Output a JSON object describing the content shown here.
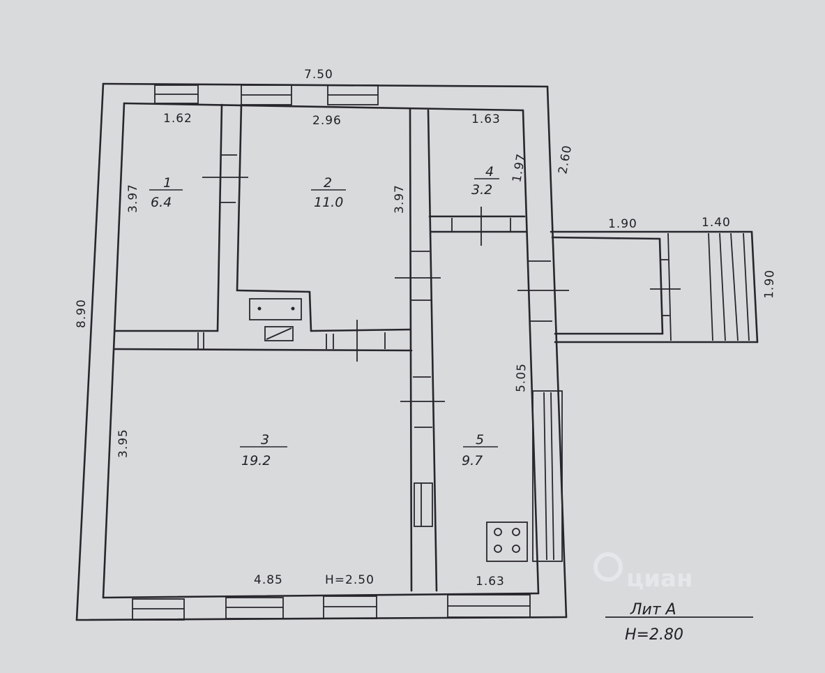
{
  "plan": {
    "overall_width": "7.50",
    "overall_length": "8.90",
    "porch_depth": "2.60",
    "rooms": [
      {
        "id": "room-1",
        "number": "1",
        "area": "6.4",
        "width": "1.62",
        "length": "3.97"
      },
      {
        "id": "room-2",
        "number": "2",
        "area": "11.0",
        "width": "2.96",
        "length": "3.97"
      },
      {
        "id": "room-3",
        "number": "3",
        "area": "19.2",
        "width": "4.85",
        "length": "3.95"
      },
      {
        "id": "room-4",
        "number": "4",
        "area": "3.2",
        "width": "1.63",
        "length": "1.97"
      },
      {
        "id": "room-5",
        "number": "5",
        "area": "9.7",
        "width": "1.63",
        "length": "5.05"
      }
    ],
    "annex": {
      "width_a": "1.90",
      "width_b": "1.40",
      "depth": "1.90"
    },
    "ceiling_height_label": "H=2.50",
    "liter_label": "Лит А",
    "total_height_label": "H=2.80",
    "watermark": "циан"
  }
}
